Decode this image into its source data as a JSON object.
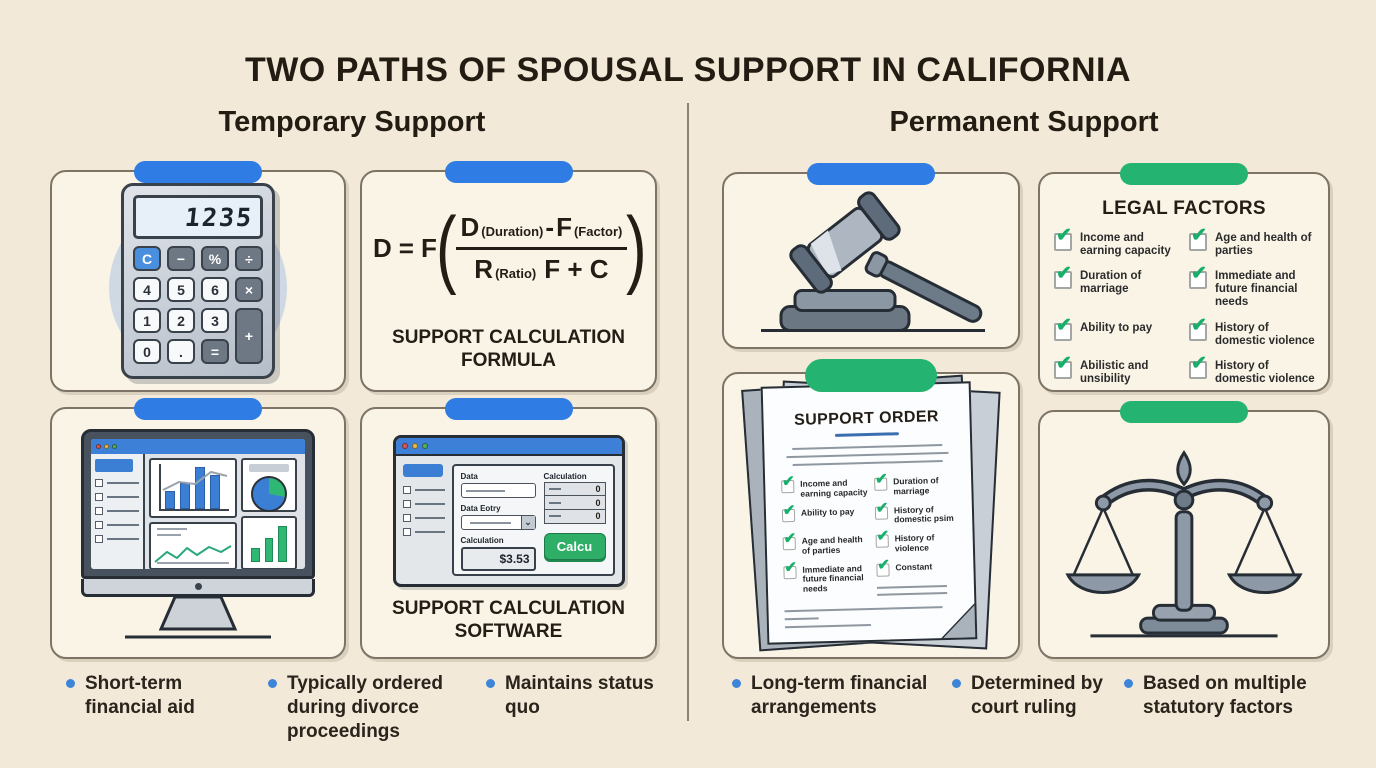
{
  "title": "TWO PATHS OF SPOUSAL SUPPORT IN CALIFORNIA",
  "colors": {
    "background": "#f2e9d8",
    "card_fill": "#faf4e7",
    "accent_blue": "#2e7ce4",
    "accent_green": "#25b371",
    "check_green": "#17b06b",
    "bullet_blue": "#3d85d9",
    "text_dark": "#241d16"
  },
  "icons": {
    "check": "✔",
    "dropdown_chevron": "⌄"
  },
  "temporary": {
    "header": "Temporary Support",
    "bullets": [
      "Short-term financial aid",
      "Typically ordered during divorce proceedings",
      "Maintains status quo"
    ]
  },
  "permanent": {
    "header": "Permanent Support",
    "bullets": [
      "Long-term financial arrangements",
      "Determined by court ruling",
      "Based on multiple statutory factors"
    ]
  },
  "calculator_card": {
    "display": "1235",
    "keys": [
      "C",
      "−",
      "%",
      "÷",
      "4",
      "5",
      "6",
      "×",
      "1",
      "2",
      "3",
      "+",
      "0",
      ".",
      "="
    ]
  },
  "formula_card": {
    "lhs_d": "D",
    "equals": "=",
    "lhs_f": "F",
    "paren_open": "(",
    "paren_close": ")",
    "num_d": "D",
    "num_d_sub": "(Duration)",
    "num_minus": "-",
    "num_f": "F",
    "num_f_sub": "(Factor)",
    "den_r": "R",
    "den_r_sub": "(Ratio)",
    "den_rest": "F + C",
    "caption": "SUPPORT CALCULATION FORMULA"
  },
  "software_card": {
    "label_data": "Data",
    "label_data_entry": "Data Eotry",
    "label_calculation": "Calculation",
    "label_calculation_right": "Calculation",
    "amount": "$3.53",
    "result_rows": [
      "0",
      "0",
      "0"
    ],
    "button": "Calcu",
    "caption": "SUPPORT CALCULATION SOFTWARE"
  },
  "legal_factors_card": {
    "title": "LEGAL FACTORS",
    "left": [
      "Income and earning capacity",
      "Duration of marriage",
      "Ability to pay",
      "Abilistic and unsibility"
    ],
    "right": [
      "Age and health of parties",
      "Immediate and future financial needs",
      "History of domestic violence",
      "History of domestic violence"
    ]
  },
  "support_order_card": {
    "title": "SUPPORT ORDER",
    "left": [
      "Income and earning capacity",
      "Ability to pay",
      "Age and health of parties",
      "Immediate and future financial needs"
    ],
    "right": [
      "Duration of marriage",
      "History of domestic psim",
      "History of violence",
      "Constant"
    ]
  }
}
